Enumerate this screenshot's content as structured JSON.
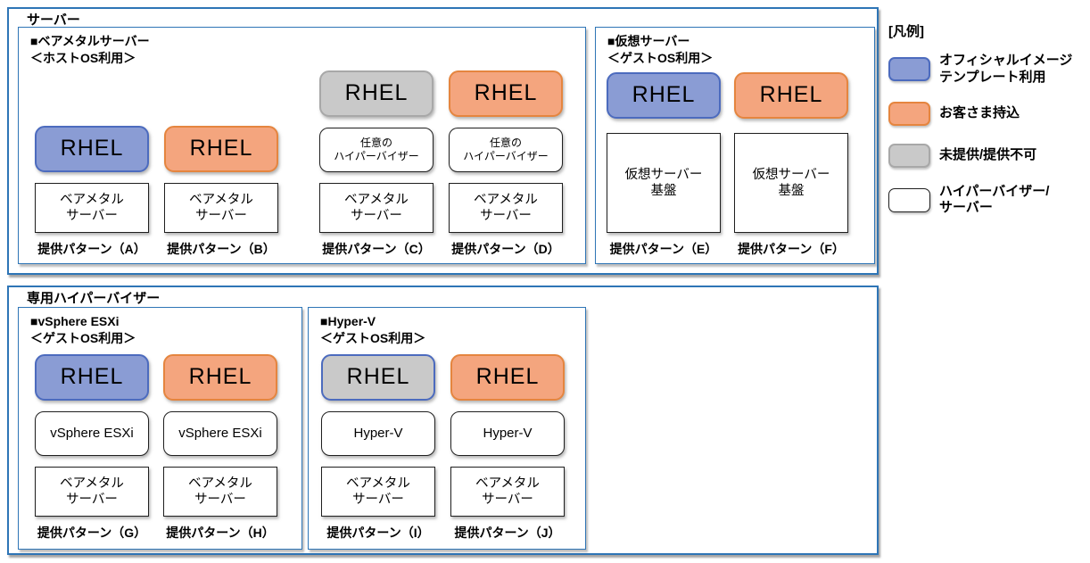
{
  "colors": {
    "official_fill": "#8A9CD4",
    "official_border": "#4C6BBE",
    "customer_fill": "#F4A57E",
    "customer_border": "#E5853F",
    "unavailable_fill": "#C9C9C9",
    "unavailable_border": "#A8A8A8",
    "frame_border": "#2E75B6",
    "box_border": "#1F1F1F",
    "text": "#000000",
    "background": "#FFFFFF"
  },
  "groups": {
    "server": {
      "title": "サーバー",
      "sections": {
        "baremetal": {
          "heading": "■ベアメタルサーバー",
          "subheading": "＜ホストOS利用＞",
          "patterns": [
            {
              "caption": "提供パターン（A）",
              "stack": [
                {
                  "text": "RHEL",
                  "style": "official",
                  "name": "rhel-os-box"
                },
                {
                  "text": "ベアメタル\nサーバー",
                  "style": "white-square",
                  "name": "baremetal-server-box"
                }
              ]
            },
            {
              "caption": "提供パターン（B）",
              "stack": [
                {
                  "text": "RHEL",
                  "style": "customer",
                  "name": "rhel-os-box"
                },
                {
                  "text": "ベアメタル\nサーバー",
                  "style": "white-square",
                  "name": "baremetal-server-box"
                }
              ]
            },
            {
              "caption": "提供パターン（C）",
              "stack": [
                {
                  "text": "RHEL",
                  "style": "unavailable",
                  "name": "rhel-os-box"
                },
                {
                  "text": "任意の\nハイパーバイザー",
                  "style": "white-round-small",
                  "name": "any-hypervisor-box"
                },
                {
                  "text": "ベアメタル\nサーバー",
                  "style": "white-square",
                  "name": "baremetal-server-box"
                }
              ]
            },
            {
              "caption": "提供パターン（D）",
              "stack": [
                {
                  "text": "RHEL",
                  "style": "customer",
                  "name": "rhel-os-box"
                },
                {
                  "text": "任意の\nハイパーバイザー",
                  "style": "white-round-small",
                  "name": "any-hypervisor-box"
                },
                {
                  "text": "ベアメタル\nサーバー",
                  "style": "white-square",
                  "name": "baremetal-server-box"
                }
              ]
            }
          ]
        },
        "virtual": {
          "heading": "■仮想サーバー",
          "subheading": "＜ゲストOS利用＞",
          "patterns": [
            {
              "caption": "提供パターン（E）",
              "stack": [
                {
                  "text": "RHEL",
                  "style": "official",
                  "name": "rhel-os-box"
                },
                {
                  "text": "仮想サーバー\n基盤",
                  "style": "white-tall",
                  "name": "virtual-server-platform-box"
                }
              ]
            },
            {
              "caption": "提供パターン（F）",
              "stack": [
                {
                  "text": "RHEL",
                  "style": "customer",
                  "name": "rhel-os-box"
                },
                {
                  "text": "仮想サーバー\n基盤",
                  "style": "white-tall",
                  "name": "virtual-server-platform-box"
                }
              ]
            }
          ]
        }
      }
    },
    "hypervisor": {
      "title": "専用ハイパーバイザー",
      "sections": {
        "vsphere": {
          "heading": "■vSphere ESXi",
          "subheading": "＜ゲストOS利用＞",
          "patterns": [
            {
              "caption": "提供パターン（G）",
              "stack": [
                {
                  "text": "RHEL",
                  "style": "official",
                  "name": "rhel-os-box"
                },
                {
                  "text": "vSphere ESXi",
                  "style": "white-round",
                  "name": "vsphere-esxi-box"
                },
                {
                  "text": "ベアメタル\nサーバー",
                  "style": "white-square",
                  "name": "baremetal-server-box"
                }
              ]
            },
            {
              "caption": "提供パターン（H）",
              "stack": [
                {
                  "text": "RHEL",
                  "style": "customer",
                  "name": "rhel-os-box"
                },
                {
                  "text": "vSphere ESXi",
                  "style": "white-round",
                  "name": "vsphere-esxi-box"
                },
                {
                  "text": "ベアメタル\nサーバー",
                  "style": "white-square",
                  "name": "baremetal-server-box"
                }
              ]
            }
          ]
        },
        "hyperv": {
          "heading": "■Hyper-V",
          "subheading": "＜ゲストOS利用＞",
          "patterns": [
            {
              "caption": "提供パターン（I）",
              "stack": [
                {
                  "text": "RHEL",
                  "style": "unavailable-blue",
                  "name": "rhel-os-box"
                },
                {
                  "text": "Hyper-V",
                  "style": "white-round",
                  "name": "hyperv-box"
                },
                {
                  "text": "ベアメタル\nサーバー",
                  "style": "white-square",
                  "name": "baremetal-server-box"
                }
              ]
            },
            {
              "caption": "提供パターン（J）",
              "stack": [
                {
                  "text": "RHEL",
                  "style": "customer",
                  "name": "rhel-os-box"
                },
                {
                  "text": "Hyper-V",
                  "style": "white-round",
                  "name": "hyperv-box"
                },
                {
                  "text": "ベアメタル\nサーバー",
                  "style": "white-square",
                  "name": "baremetal-server-box"
                }
              ]
            }
          ]
        }
      }
    }
  },
  "legend": {
    "title": "[凡例]",
    "items": [
      {
        "type": "official",
        "label": "オフィシャルイメージ\nテンプレート利用"
      },
      {
        "type": "customer",
        "label": "お客さま持込"
      },
      {
        "type": "unavailable",
        "label": "未提供/提供不可"
      },
      {
        "type": "plain",
        "label": "ハイパーバイザー/\nサーバー"
      }
    ]
  }
}
